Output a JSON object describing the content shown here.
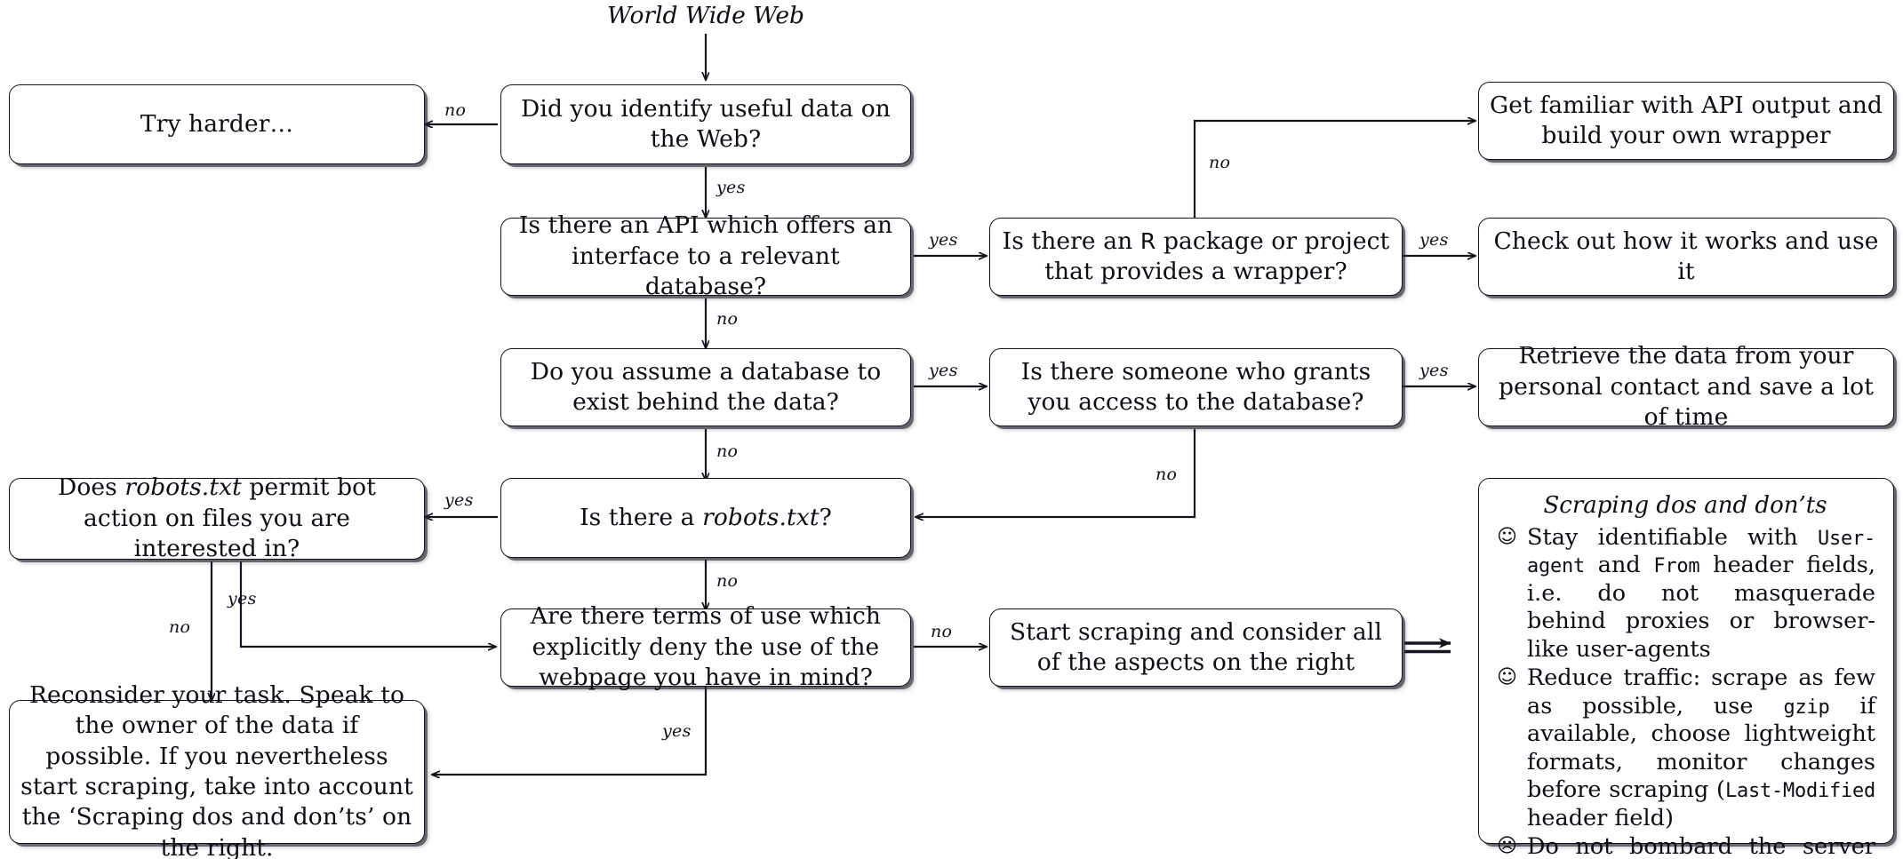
{
  "diagram": {
    "title": "World Wide Web",
    "nodes": {
      "try_harder": "Try harder…",
      "identify_data": "Did you identify useful data on the Web?",
      "api_exists": "Is there an API which offers an interface to a relevant database?",
      "r_package": "Is there an R package or project that provides a wrapper?",
      "build_wrapper": "Get familiar with API output and build your own wrapper",
      "check_wrapper": "Check out how it works and use it",
      "assume_db": "Do you assume a database to exist behind the data?",
      "grants_access": "Is there someone who grants you access to the database?",
      "retrieve_personal": "Retrieve the data from your personal contact and save a lot of time",
      "robots_permit": "Does robots.txt permit bot action on files you are interested in?",
      "robots_exists": "Is there a robots.txt?",
      "terms_of_use": "Are there terms of use which explicitly deny the use of the webpage you have in mind?",
      "start_scraping": "Start scraping and consider all of the aspects on the right",
      "reconsider": "Reconsider your task. Speak to the owner of the data if possible. If you nevertheless start scraping, take into account the ‘Scraping dos and don’ts’ on the right."
    },
    "edge_labels": {
      "identify_no": "no",
      "identify_yes": "yes",
      "api_yes": "yes",
      "api_no": "no",
      "rpkg_yes": "yes",
      "rpkg_no": "no",
      "assume_yes": "yes",
      "assume_no": "no",
      "grants_yes": "yes",
      "grants_no": "no",
      "robots_yes": "yes",
      "robots_no": "no",
      "permit_yes": "yes",
      "permit_no": "no",
      "terms_no": "no",
      "terms_yes": "yes"
    },
    "tips": {
      "title": "Scraping dos and don’ts",
      "items": [
        {
          "face": "☺",
          "face_name": "smiling-face-icon",
          "text_parts": [
            {
              "t": "Stay identifiable with ",
              "style": "normal"
            },
            {
              "t": "User-agent",
              "style": "mono"
            },
            {
              "t": " and ",
              "style": "normal"
            },
            {
              "t": "From",
              "style": "mono"
            },
            {
              "t": " header fields, i.e. do not masquerade behind proxies or browser-like user-agents",
              "style": "normal"
            }
          ],
          "plain": "Stay identifiable with User-agent and From header fields, i.e. do not masquerade behind proxies or browser-like user-agents"
        },
        {
          "face": "☺",
          "face_name": "smiling-face-icon",
          "text_parts": [
            {
              "t": "Reduce traffic: scrape as few as possible, use ",
              "style": "normal"
            },
            {
              "t": "gzip",
              "style": "mono"
            },
            {
              "t": " if available, choose lightweight formats, monitor changes before scraping (",
              "style": "normal"
            },
            {
              "t": "Last-Modified",
              "style": "mono"
            },
            {
              "t": " header field)",
              "style": "normal"
            }
          ],
          "plain": "Reduce traffic: scrape as few as possible, use gzip if available, choose lightweight formats, monitor changes before scraping (Last-Modified header field)"
        },
        {
          "face": "☹",
          "face_name": "frowning-face-icon",
          "text_parts": [
            {
              "t": "Do not bombard the server with unnecessary requests",
              "style": "normal"
            }
          ],
          "plain": "Do not bombard the server with unnecessary requests"
        }
      ]
    },
    "colors": {
      "background": "#ffffff",
      "ink": "#12121a",
      "box_border": "#14141c",
      "box_fill": "#ffffff",
      "shadow": "#6a6a74"
    }
  }
}
